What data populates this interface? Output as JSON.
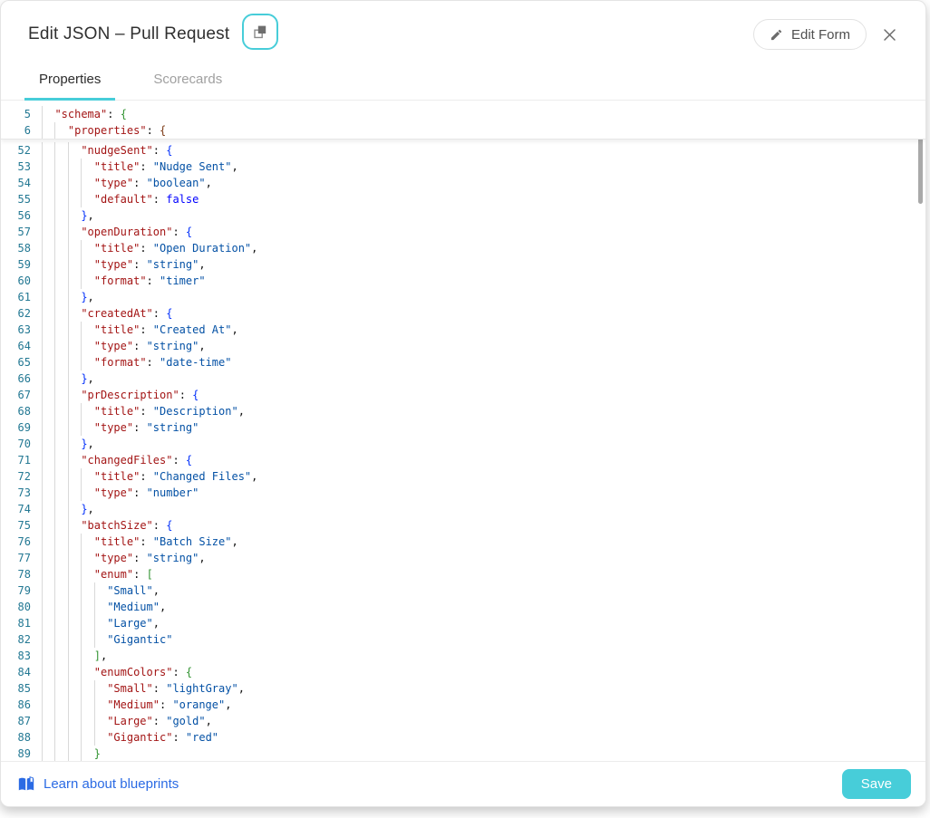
{
  "header": {
    "title": "Edit JSON – Pull Request",
    "edit_form_label": "Edit Form"
  },
  "tabs": [
    {
      "label": "Properties",
      "active": true
    },
    {
      "label": "Scorecards",
      "active": false
    }
  ],
  "footer": {
    "link_label": "Learn about blueprints",
    "save_label": "Save"
  },
  "colors": {
    "accent": "#47cdd9",
    "link": "#2b6be4",
    "lineno": "#237893",
    "key": "#a31515",
    "string": "#0451a5",
    "boolean": "#0000ff",
    "bracket_green": "#319331",
    "bracket_brown": "#7b3814",
    "bracket_blue": "#0431fa"
  },
  "editor": {
    "sticky": [
      [
        5,
        1,
        [
          [
            "k",
            "\"schema\""
          ],
          [
            "p",
            ": "
          ],
          [
            "b2",
            "{"
          ]
        ]
      ],
      [
        6,
        2,
        [
          [
            "k",
            "\"properties\""
          ],
          [
            "p",
            ": "
          ],
          [
            "b3",
            "{"
          ]
        ]
      ]
    ],
    "lines": [
      [
        52,
        3,
        [
          [
            "k",
            "\"nudgeSent\""
          ],
          [
            "p",
            ": "
          ],
          [
            "b4",
            "{"
          ]
        ]
      ],
      [
        53,
        4,
        [
          [
            "k",
            "\"title\""
          ],
          [
            "p",
            ": "
          ],
          [
            "s",
            "\"Nudge Sent\""
          ],
          [
            "p",
            ","
          ]
        ]
      ],
      [
        54,
        4,
        [
          [
            "k",
            "\"type\""
          ],
          [
            "p",
            ": "
          ],
          [
            "s",
            "\"boolean\""
          ],
          [
            "p",
            ","
          ]
        ]
      ],
      [
        55,
        4,
        [
          [
            "k",
            "\"default\""
          ],
          [
            "p",
            ": "
          ],
          [
            "f",
            "false"
          ]
        ]
      ],
      [
        56,
        3,
        [
          [
            "b4",
            "}"
          ],
          [
            "p",
            ","
          ]
        ]
      ],
      [
        57,
        3,
        [
          [
            "k",
            "\"openDuration\""
          ],
          [
            "p",
            ": "
          ],
          [
            "b4",
            "{"
          ]
        ]
      ],
      [
        58,
        4,
        [
          [
            "k",
            "\"title\""
          ],
          [
            "p",
            ": "
          ],
          [
            "s",
            "\"Open Duration\""
          ],
          [
            "p",
            ","
          ]
        ]
      ],
      [
        59,
        4,
        [
          [
            "k",
            "\"type\""
          ],
          [
            "p",
            ": "
          ],
          [
            "s",
            "\"string\""
          ],
          [
            "p",
            ","
          ]
        ]
      ],
      [
        60,
        4,
        [
          [
            "k",
            "\"format\""
          ],
          [
            "p",
            ": "
          ],
          [
            "s",
            "\"timer\""
          ]
        ]
      ],
      [
        61,
        3,
        [
          [
            "b4",
            "}"
          ],
          [
            "p",
            ","
          ]
        ]
      ],
      [
        62,
        3,
        [
          [
            "k",
            "\"createdAt\""
          ],
          [
            "p",
            ": "
          ],
          [
            "b4",
            "{"
          ]
        ]
      ],
      [
        63,
        4,
        [
          [
            "k",
            "\"title\""
          ],
          [
            "p",
            ": "
          ],
          [
            "s",
            "\"Created At\""
          ],
          [
            "p",
            ","
          ]
        ]
      ],
      [
        64,
        4,
        [
          [
            "k",
            "\"type\""
          ],
          [
            "p",
            ": "
          ],
          [
            "s",
            "\"string\""
          ],
          [
            "p",
            ","
          ]
        ]
      ],
      [
        65,
        4,
        [
          [
            "k",
            "\"format\""
          ],
          [
            "p",
            ": "
          ],
          [
            "s",
            "\"date-time\""
          ]
        ]
      ],
      [
        66,
        3,
        [
          [
            "b4",
            "}"
          ],
          [
            "p",
            ","
          ]
        ]
      ],
      [
        67,
        3,
        [
          [
            "k",
            "\"prDescription\""
          ],
          [
            "p",
            ": "
          ],
          [
            "b4",
            "{"
          ]
        ]
      ],
      [
        68,
        4,
        [
          [
            "k",
            "\"title\""
          ],
          [
            "p",
            ": "
          ],
          [
            "s",
            "\"Description\""
          ],
          [
            "p",
            ","
          ]
        ]
      ],
      [
        69,
        4,
        [
          [
            "k",
            "\"type\""
          ],
          [
            "p",
            ": "
          ],
          [
            "s",
            "\"string\""
          ]
        ]
      ],
      [
        70,
        3,
        [
          [
            "b4",
            "}"
          ],
          [
            "p",
            ","
          ]
        ]
      ],
      [
        71,
        3,
        [
          [
            "k",
            "\"changedFiles\""
          ],
          [
            "p",
            ": "
          ],
          [
            "b4",
            "{"
          ]
        ]
      ],
      [
        72,
        4,
        [
          [
            "k",
            "\"title\""
          ],
          [
            "p",
            ": "
          ],
          [
            "s",
            "\"Changed Files\""
          ],
          [
            "p",
            ","
          ]
        ]
      ],
      [
        73,
        4,
        [
          [
            "k",
            "\"type\""
          ],
          [
            "p",
            ": "
          ],
          [
            "s",
            "\"number\""
          ]
        ]
      ],
      [
        74,
        3,
        [
          [
            "b4",
            "}"
          ],
          [
            "p",
            ","
          ]
        ]
      ],
      [
        75,
        3,
        [
          [
            "k",
            "\"batchSize\""
          ],
          [
            "p",
            ": "
          ],
          [
            "b4",
            "{"
          ]
        ]
      ],
      [
        76,
        4,
        [
          [
            "k",
            "\"title\""
          ],
          [
            "p",
            ": "
          ],
          [
            "s",
            "\"Batch Size\""
          ],
          [
            "p",
            ","
          ]
        ]
      ],
      [
        77,
        4,
        [
          [
            "k",
            "\"type\""
          ],
          [
            "p",
            ": "
          ],
          [
            "s",
            "\"string\""
          ],
          [
            "p",
            ","
          ]
        ]
      ],
      [
        78,
        4,
        [
          [
            "k",
            "\"enum\""
          ],
          [
            "p",
            ": "
          ],
          [
            "b5",
            "["
          ]
        ]
      ],
      [
        79,
        5,
        [
          [
            "s",
            "\"Small\""
          ],
          [
            "p",
            ","
          ]
        ]
      ],
      [
        80,
        5,
        [
          [
            "s",
            "\"Medium\""
          ],
          [
            "p",
            ","
          ]
        ]
      ],
      [
        81,
        5,
        [
          [
            "s",
            "\"Large\""
          ],
          [
            "p",
            ","
          ]
        ]
      ],
      [
        82,
        5,
        [
          [
            "s",
            "\"Gigantic\""
          ]
        ]
      ],
      [
        83,
        4,
        [
          [
            "b5",
            "]"
          ],
          [
            "p",
            ","
          ]
        ]
      ],
      [
        84,
        4,
        [
          [
            "k",
            "\"enumColors\""
          ],
          [
            "p",
            ": "
          ],
          [
            "b5",
            "{"
          ]
        ]
      ],
      [
        85,
        5,
        [
          [
            "k",
            "\"Small\""
          ],
          [
            "p",
            ": "
          ],
          [
            "s",
            "\"lightGray\""
          ],
          [
            "p",
            ","
          ]
        ]
      ],
      [
        86,
        5,
        [
          [
            "k",
            "\"Medium\""
          ],
          [
            "p",
            ": "
          ],
          [
            "s",
            "\"orange\""
          ],
          [
            "p",
            ","
          ]
        ]
      ],
      [
        87,
        5,
        [
          [
            "k",
            "\"Large\""
          ],
          [
            "p",
            ": "
          ],
          [
            "s",
            "\"gold\""
          ],
          [
            "p",
            ","
          ]
        ]
      ],
      [
        88,
        5,
        [
          [
            "k",
            "\"Gigantic\""
          ],
          [
            "p",
            ": "
          ],
          [
            "s",
            "\"red\""
          ]
        ]
      ],
      [
        89,
        4,
        [
          [
            "b5",
            "}"
          ]
        ]
      ]
    ]
  }
}
